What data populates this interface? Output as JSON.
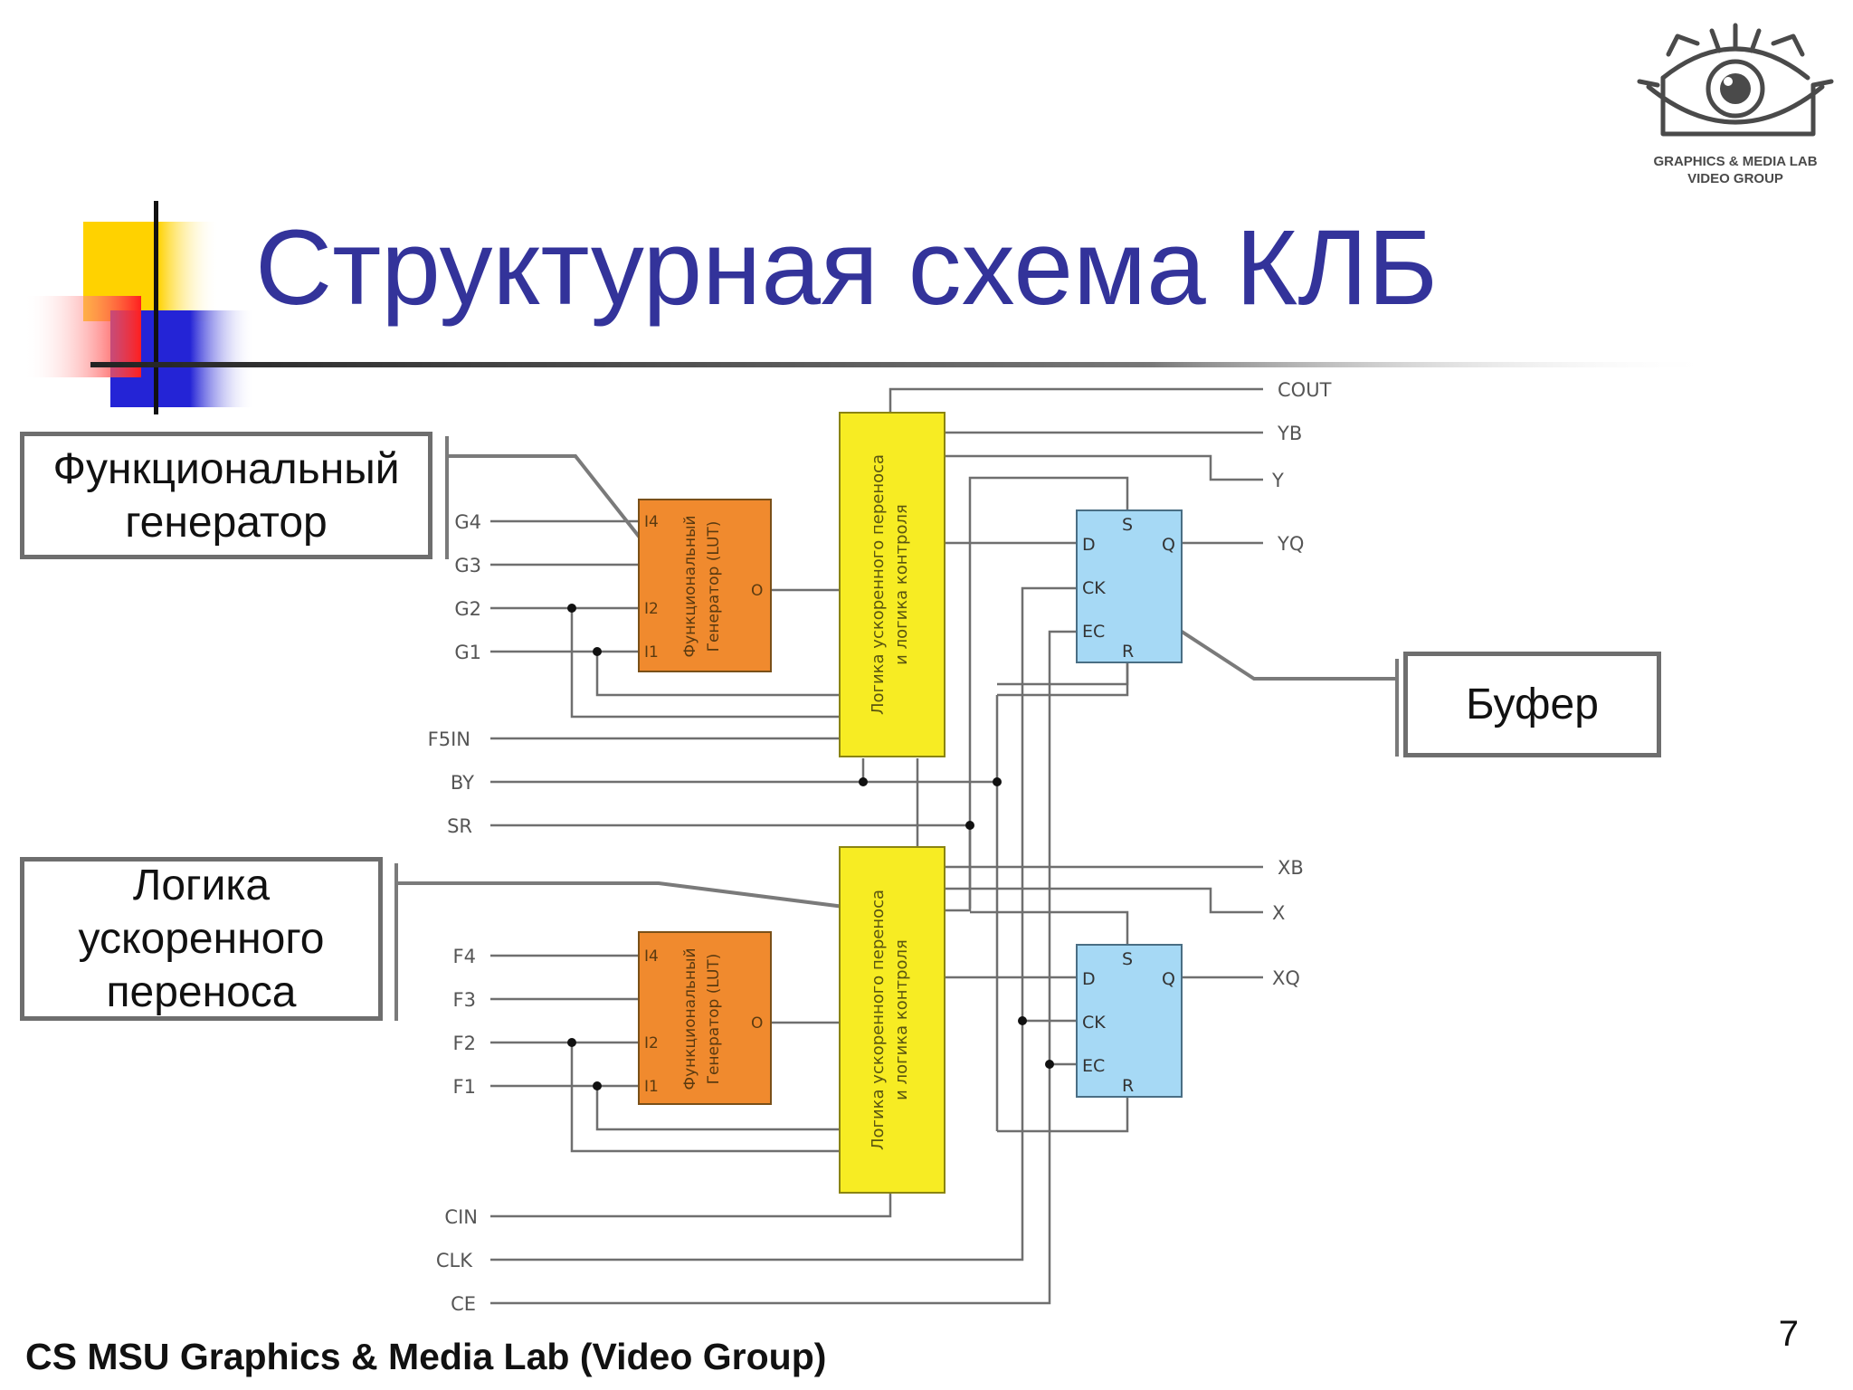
{
  "slide": {
    "title": "Структурная схема КЛБ",
    "footer": "CS MSU Graphics & Media Lab (Video Group)",
    "page_number": "7"
  },
  "logo": {
    "icon": "eye-logo-icon",
    "line1": "GRAPHICS & MEDIA LAB",
    "line2": "VIDEO GROUP"
  },
  "callouts": {
    "function_generator": "Функциональный\nгенератор",
    "carry_logic": "Логика\nускоренного\nпереноса",
    "buffer": "Буфер"
  },
  "diagram": {
    "lut_label": [
      "Функциональный",
      "Генератор (LUT)"
    ],
    "carry_label": [
      "Логика ускоренного переноса",
      "и логика контроля"
    ],
    "lut_pins": [
      "I4",
      "I2",
      "I1",
      "O"
    ],
    "ff_pins": {
      "s": "S",
      "d": "D",
      "q": "Q",
      "ck": "CK",
      "ec": "EC",
      "r": "R"
    },
    "inputs_top": [
      "G4",
      "G3",
      "G2",
      "G1"
    ],
    "inputs_mid": [
      "F5IN",
      "BY",
      "SR"
    ],
    "inputs_bottom": [
      "F4",
      "F3",
      "F2",
      "F1"
    ],
    "inputs_control": [
      "CIN",
      "CLK",
      "CE"
    ],
    "outputs_top": [
      "COUT",
      "YB",
      "Y",
      "YQ"
    ],
    "outputs_bottom": [
      "XB",
      "X",
      "XQ"
    ],
    "colors": {
      "lut": "#f08a2e",
      "carry": "#f7ec23",
      "flipflop": "#a6d9f5",
      "wire": "#6f6f6f",
      "label": "#555555"
    }
  }
}
